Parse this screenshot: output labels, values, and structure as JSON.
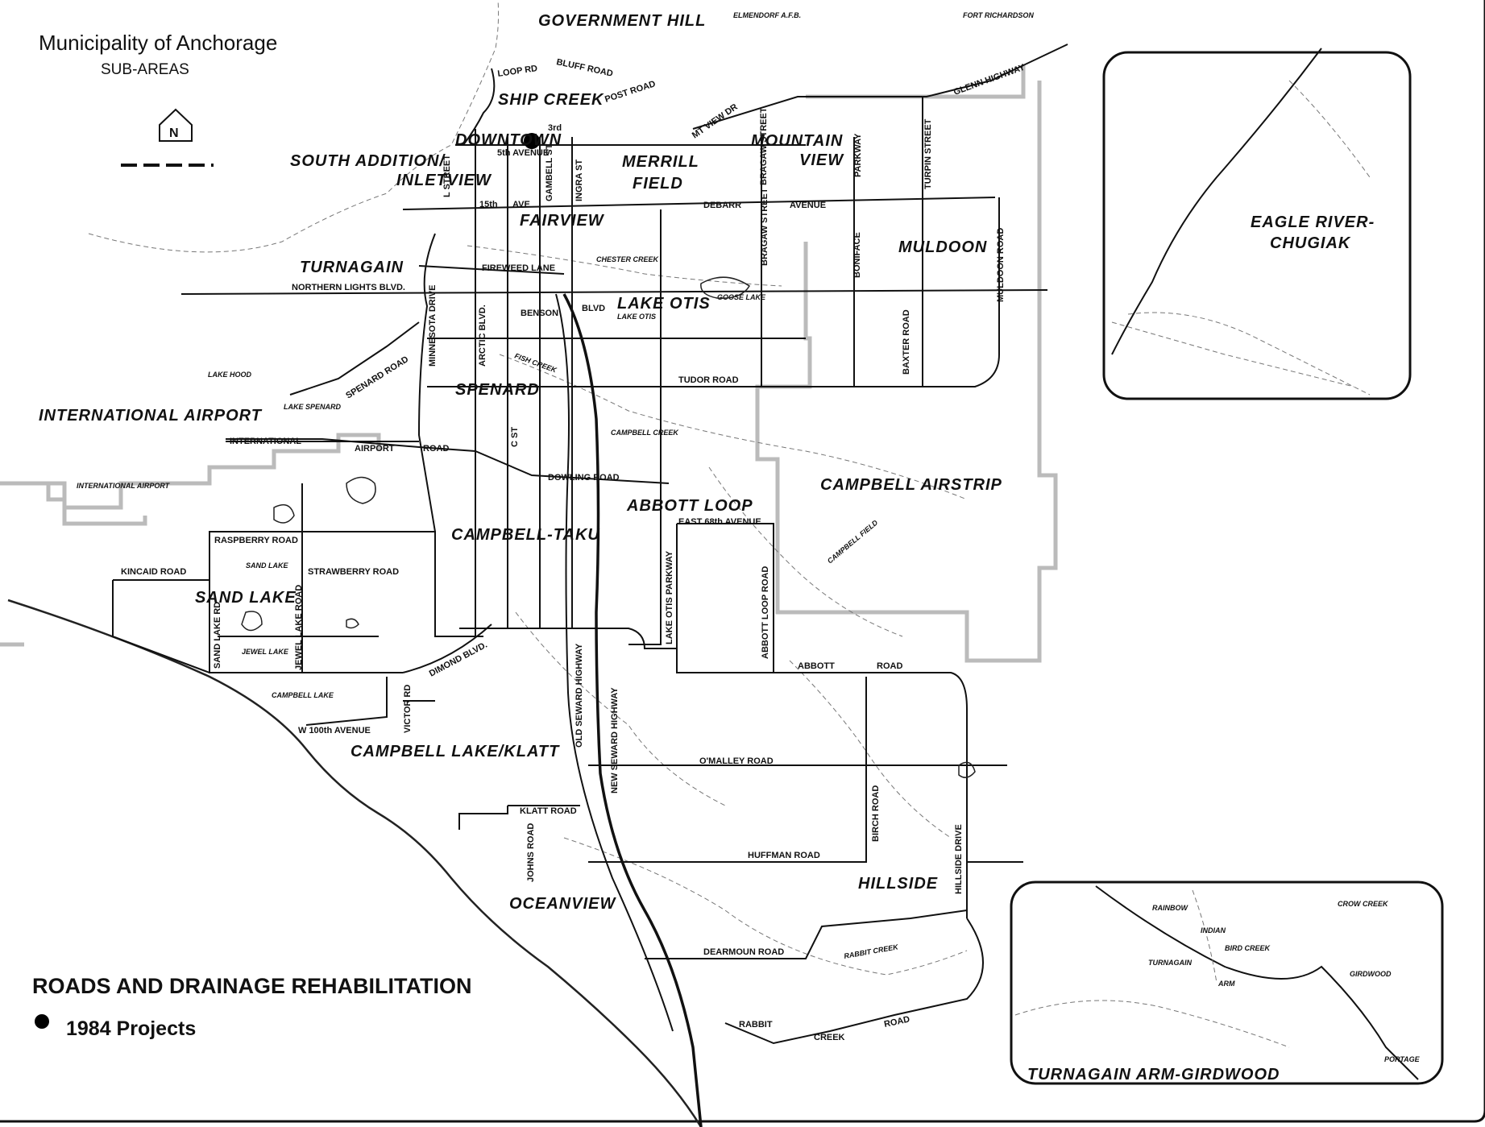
{
  "title": {
    "line1": "Municipality of Anchorage",
    "line2": "SUB-AREAS",
    "north": "N"
  },
  "legend": {
    "heading": "ROADS AND DRAINAGE REHABILITATION",
    "item": "1984 Projects"
  },
  "areas": {
    "government_hill": "GOVERNMENT HILL",
    "ship_creek": "SHIP CREEK",
    "downtown": "DOWNTOWN",
    "south_addition_1": "SOUTH ADDITION/",
    "south_addition_2": "INLETVIEW",
    "merrill_1": "MERRILL",
    "merrill_2": "FIELD",
    "mountain_view_1": "MOUNTAIN",
    "mountain_view_2": "VIEW",
    "fairview": "FAIRVIEW",
    "turnagain": "TURNAGAIN",
    "muldoon": "MULDOON",
    "lake_otis": "LAKE OTIS",
    "spenard": "SPENARD",
    "international_airport": "INTERNATIONAL AIRPORT",
    "campbell_airstrip": "CAMPBELL AIRSTRIP",
    "abbott_loop": "ABBOTT LOOP",
    "campbell_taku": "CAMPBELL-TAKU",
    "sand_lake": "SAND LAKE",
    "campbell_lake_klatt": "CAMPBELL LAKE/KLATT",
    "oceanview": "OCEANVIEW",
    "hillside": "HILLSIDE",
    "eagle_river_1": "EAGLE RIVER-",
    "eagle_river_2": "CHUGIAK",
    "turnagain_arm": "TURNAGAIN ARM-GIRDWOOD"
  },
  "roads": {
    "loop_rd": "LOOP RD",
    "bluff_road": "BLUFF ROAD",
    "post_road": "POST ROAD",
    "mt_view_dr": "MT VIEW DR",
    "glenn_highway": "GLENN HIGHWAY",
    "third": "3rd",
    "fifth_avenue": "5th AVENUE",
    "l_street": "L STREET",
    "gambell_st": "GAMBELL ST",
    "ingra_st": "INGRA ST",
    "fifteenth": "15th",
    "ave": "AVE",
    "debarr": "DEBARR",
    "avenue": "AVENUE",
    "bragaw_street": "BRAGAW STREET",
    "parkway": "PARKWAY",
    "turpin_street": "TURPIN STREET",
    "boniface": "BONIFACE",
    "muldoon_road": "MULDOON ROAD",
    "fireweed_lane": "FIREWEED LANE",
    "northern_lights": "NORTHERN LIGHTS BLVD.",
    "minnesota_drive": "MINNESOTA DRIVE",
    "arctic_blvd": "ARCTIC BLVD.",
    "benson": "BENSON",
    "blvd": "BLVD",
    "baxter_road": "BAXTER ROAD",
    "spenard_road": "SPENARD ROAD",
    "tudor_road": "TUDOR ROAD",
    "c_st": "C ST",
    "international": "INTERNATIONAL",
    "airport": "AIRPORT",
    "road": "ROAD",
    "international_airport_rd": "INTERNATIONAL AIRPORT",
    "dowling_road": "DOWLING ROAD",
    "east_68th": "EAST 68th AVENUE",
    "lake_otis_parkway": "LAKE OTIS PARKWAY",
    "abbott_loop_road": "ABBOTT LOOP ROAD",
    "raspberry_road": "RASPBERRY ROAD",
    "kincaid_road": "KINCAID ROAD",
    "strawberry_road": "STRAWBERRY ROAD",
    "sand_lake_rd": "SAND LAKE RD",
    "jewel_lake_road": "JEWEL LAKE ROAD",
    "dimond_blvd": "DIMOND BLVD.",
    "victor_rd": "VICTOR RD",
    "w_100th": "W 100th AVENUE",
    "old_seward": "OLD SEWARD HIGHWAY",
    "new_seward": "NEW SEWARD HIGHWAY",
    "abbott": "ABBOTT",
    "abbott_road": "ROAD",
    "omalley_road": "O'MALLEY ROAD",
    "klatt_road": "KLATT ROAD",
    "johns_road": "JOHNS ROAD",
    "birch_road": "BIRCH ROAD",
    "huffman_road": "HUFFMAN ROAD",
    "hillside_drive": "HILLSIDE DRIVE",
    "dearmoun_road": "DEARMOUN ROAD",
    "rabbit": "RABBIT",
    "creek": "CREEK",
    "rabbit_road": "ROAD"
  },
  "features": {
    "elmendorf": "ELMENDORF A.F.B.",
    "fort_richardson": "FORT RICHARDSON",
    "chester_creek": "CHESTER CREEK",
    "goose_lake": "GOOSE LAKE",
    "lake_otis_lake": "LAKE OTIS",
    "fish_creek": "FISH CREEK",
    "lake_hood": "LAKE HOOD",
    "lake_spenard": "LAKE SPENARD",
    "campbell_creek": "CAMPBELL CREEK",
    "campbell_field": "CAMPBELL FIELD",
    "sand_lake_lake": "SAND LAKE",
    "jewel_lake": "JEWEL LAKE",
    "campbell_lake": "CAMPBELL LAKE",
    "rabbit_creek_stream": "RABBIT CREEK",
    "rainbow": "RAINBOW",
    "indian": "INDIAN",
    "bird_creek": "BIRD CREEK",
    "crow_creek": "CROW CREEK",
    "girdwood": "GIRDWOOD",
    "turnagain_w": "TURNAGAIN",
    "arm_w": "ARM",
    "portage": "PORTAGE"
  }
}
